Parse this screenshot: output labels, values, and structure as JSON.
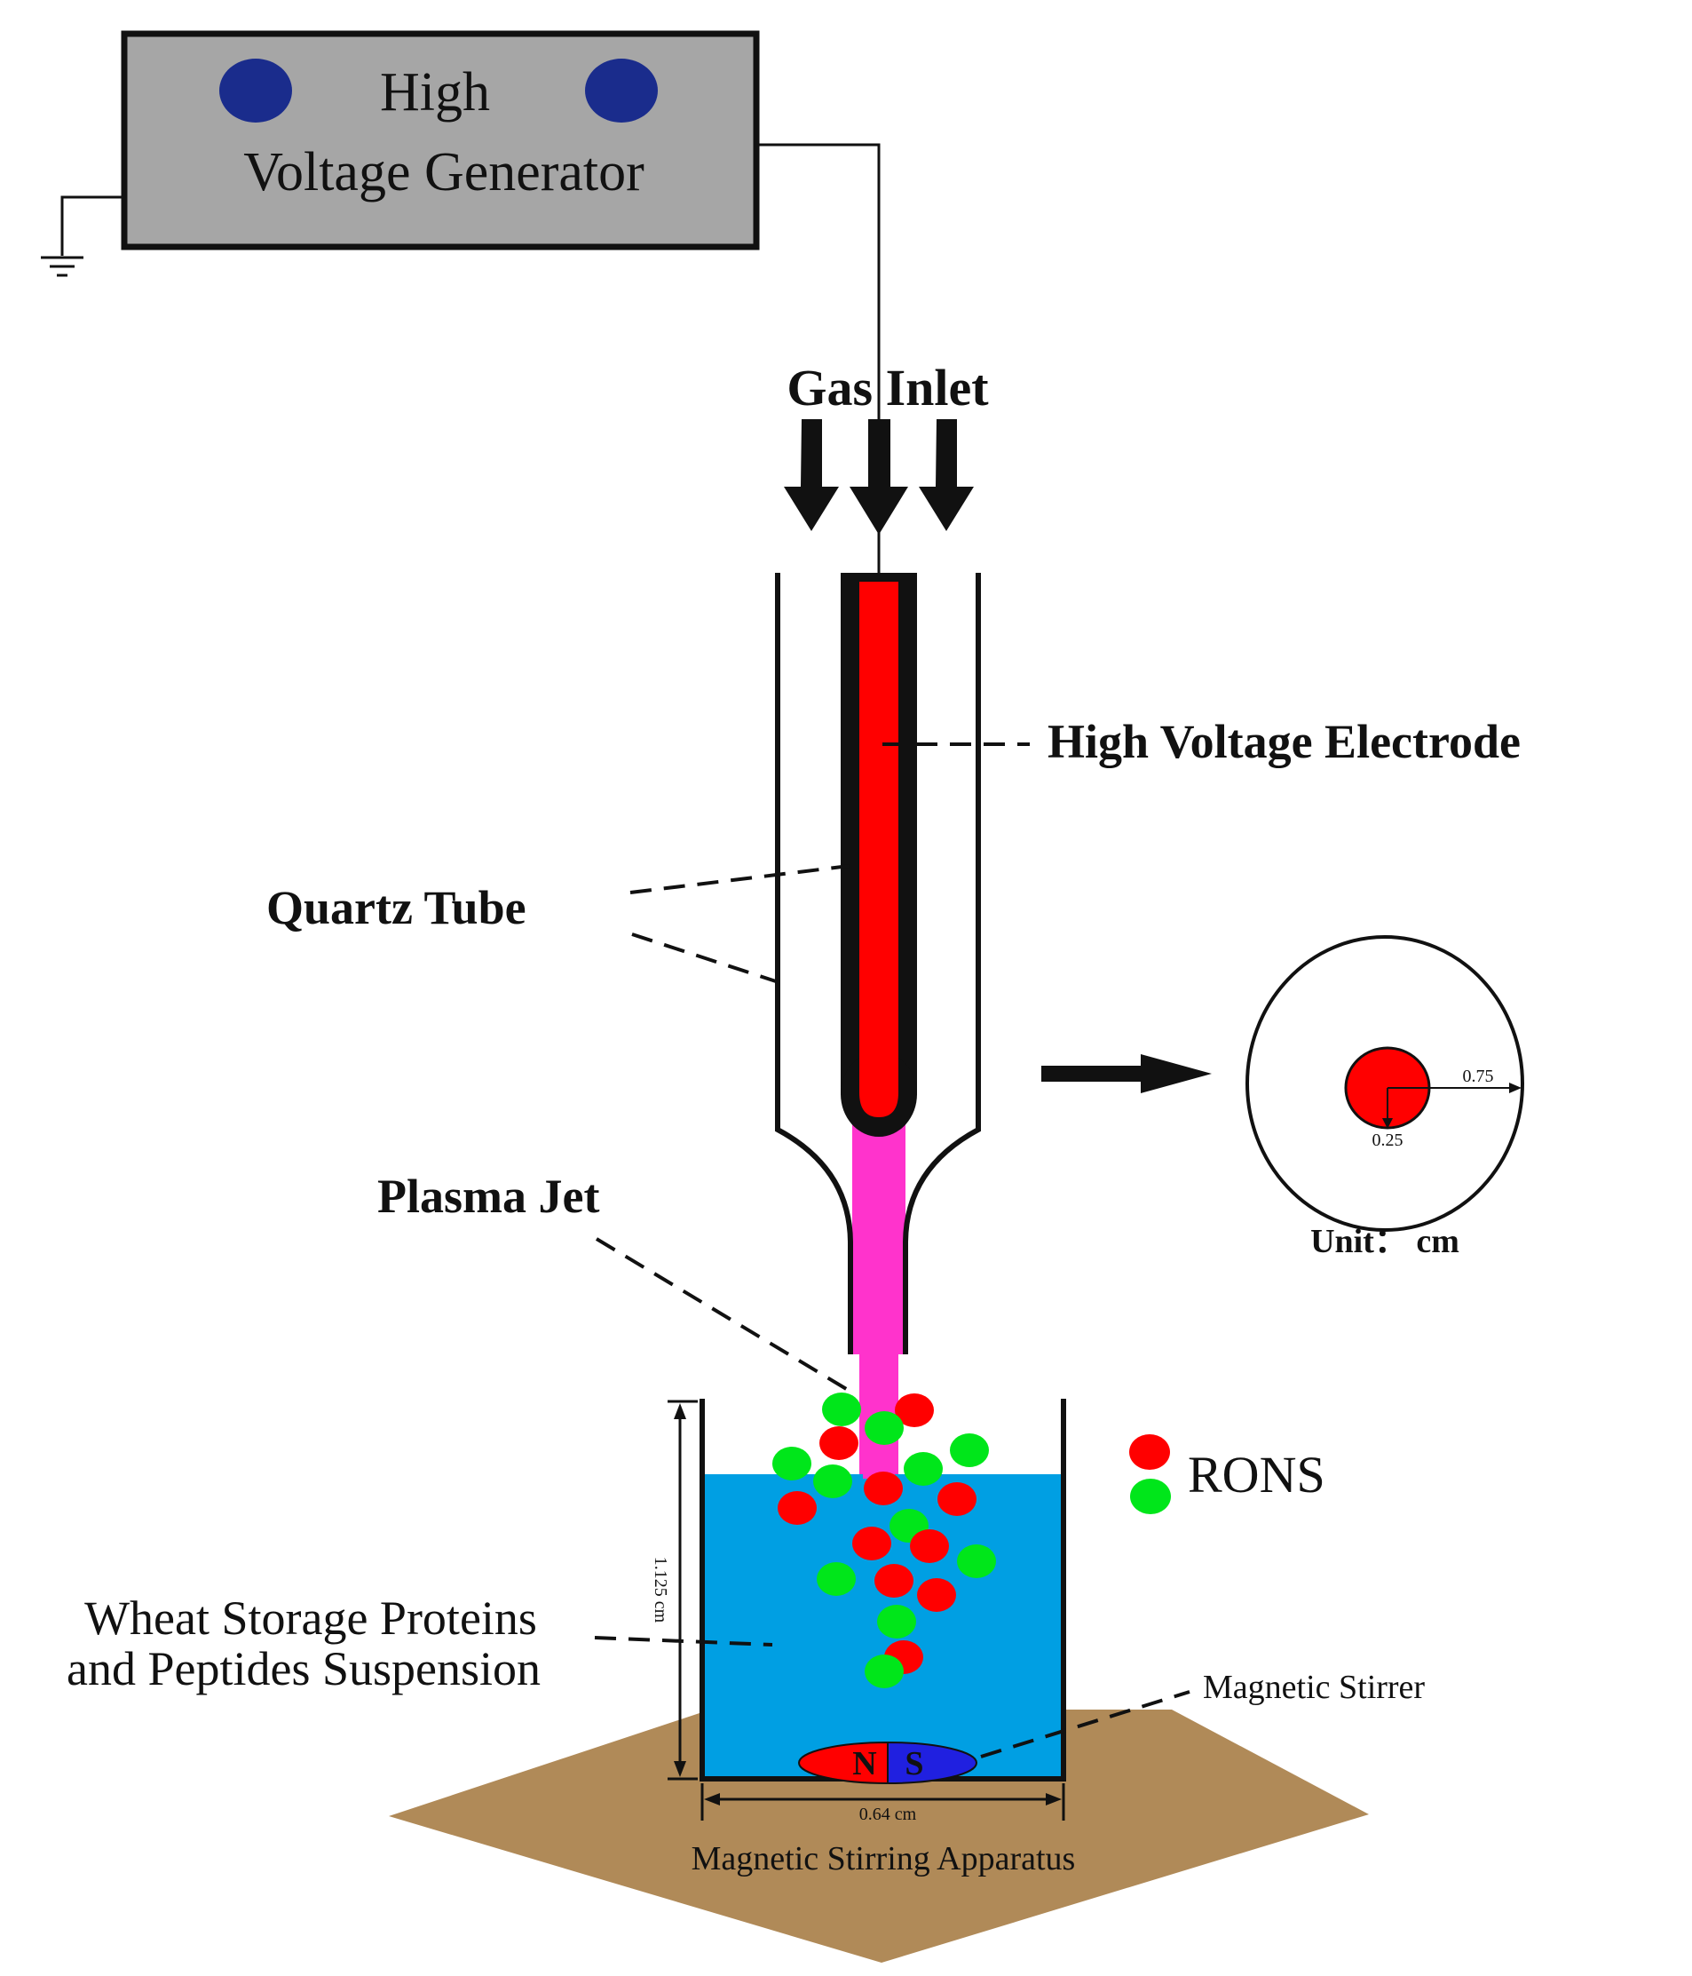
{
  "generator": {
    "line1": "High",
    "line2": "Voltage Generator",
    "fill_color": "#a6a6a6",
    "knob_color": "#1a2c8c"
  },
  "labels": {
    "gas_inlet": "Gas Inlet",
    "electrode": "High Voltage Electrode",
    "quartz_tube": "Quartz Tube",
    "plasma_jet": "Plasma Jet",
    "rons": "RONS",
    "suspension_line1": "Wheat Storage Proteins",
    "suspension_line2": "and Peptides Suspension",
    "magnetic_stirrer": "Magnetic Stirrer",
    "stirring_apparatus": "Magnetic Stirring Apparatus"
  },
  "cross_section": {
    "outer_radius_label": "0.75",
    "inner_radius_label": "0.25",
    "unit_label": "Unit： cm"
  },
  "dimensions": {
    "height_label": "1.125 cm",
    "width_label": "0.64 cm"
  },
  "stirbar": {
    "north": "N",
    "south": "S"
  },
  "colors": {
    "electrode_core": "#ff0000",
    "plasma": "#ff33cc",
    "liquid": "#009fe3",
    "ground_plate": "#b08a58",
    "rons_red": "#ff0000",
    "rons_green": "#00e61a",
    "stirbar_north": "#ff0000",
    "stirbar_south": "#2020e0"
  }
}
